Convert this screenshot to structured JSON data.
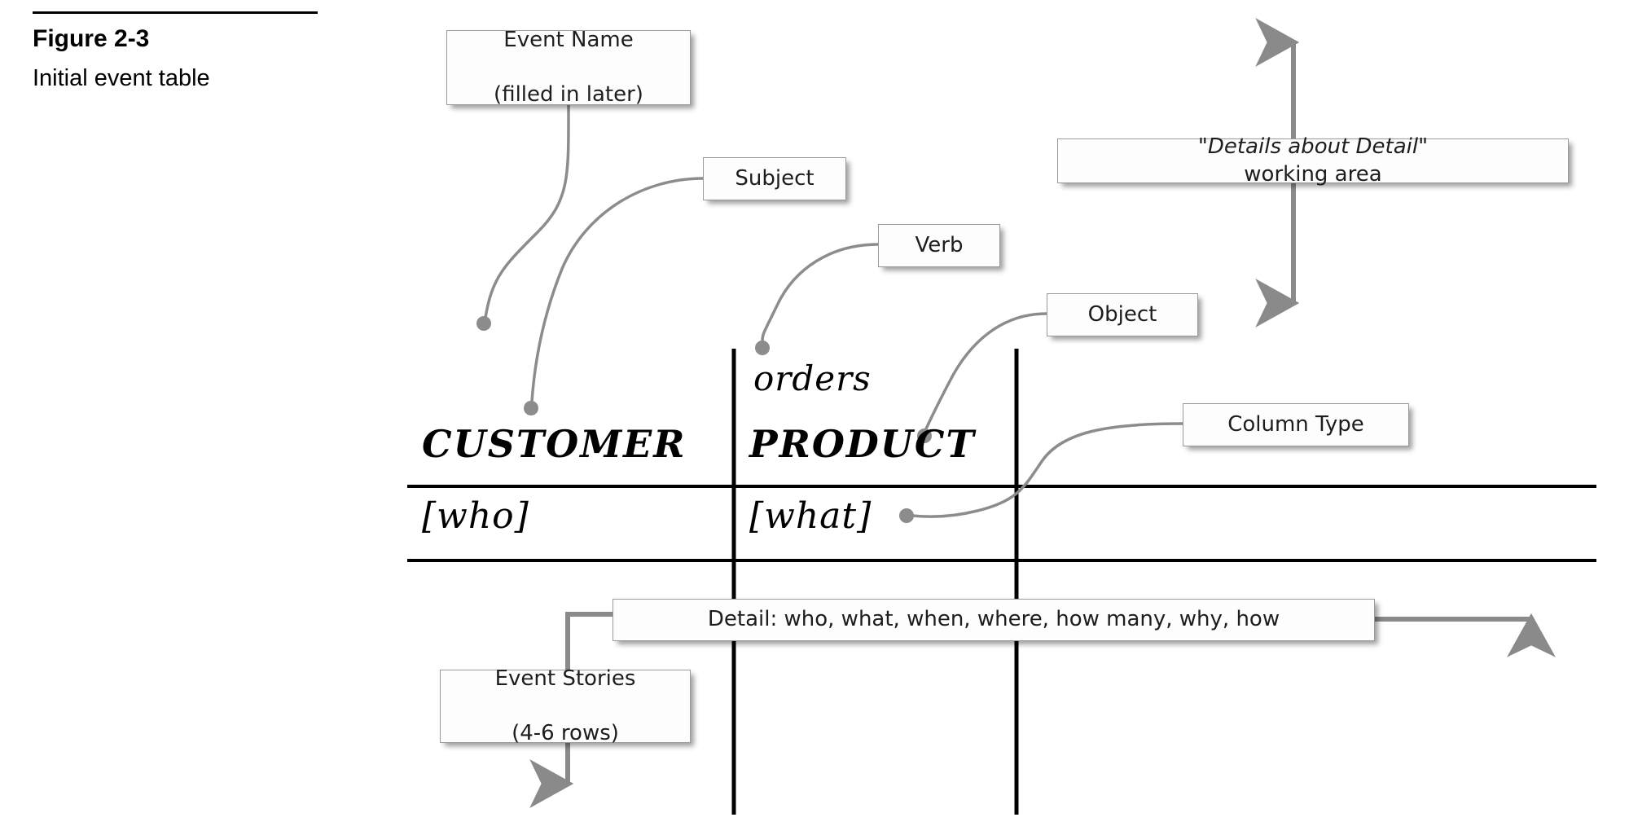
{
  "figure": {
    "number": "Figure 2-3",
    "title": "Initial event table"
  },
  "callouts": {
    "event_name": {
      "line1": "Event Name",
      "line2": "(filled in later)"
    },
    "subject": {
      "label": "Subject"
    },
    "verb": {
      "label": "Verb"
    },
    "object": {
      "label": "Object"
    },
    "column_type": {
      "label": "Column Type"
    },
    "details_area": {
      "emphasis": "\"Details about Detail\"",
      "rest": " working area"
    },
    "detail_row": {
      "label": "Detail: who, what, when, where, how many, why, how"
    },
    "event_stories": {
      "line1": "Event Stories",
      "line2": "(4-6 rows)"
    }
  },
  "table": {
    "columns": [
      {
        "verb": "orders",
        "header": "CUSTOMER",
        "cell": "[who]"
      },
      {
        "verb": "",
        "header": "PRODUCT",
        "cell": "[what]"
      }
    ],
    "verb_label": "orders",
    "col1_header": "CUSTOMER",
    "col2_header": "PRODUCT",
    "col1_cell": "[who]",
    "col2_cell": "[what]"
  },
  "colors": {
    "connector": "#8c8c8c",
    "arrow": "#8a8a8a",
    "table_line": "#000000",
    "callout_border": "#9a9a9a",
    "callout_fill": "#fdfdfd",
    "text": "#1d1d1d"
  }
}
